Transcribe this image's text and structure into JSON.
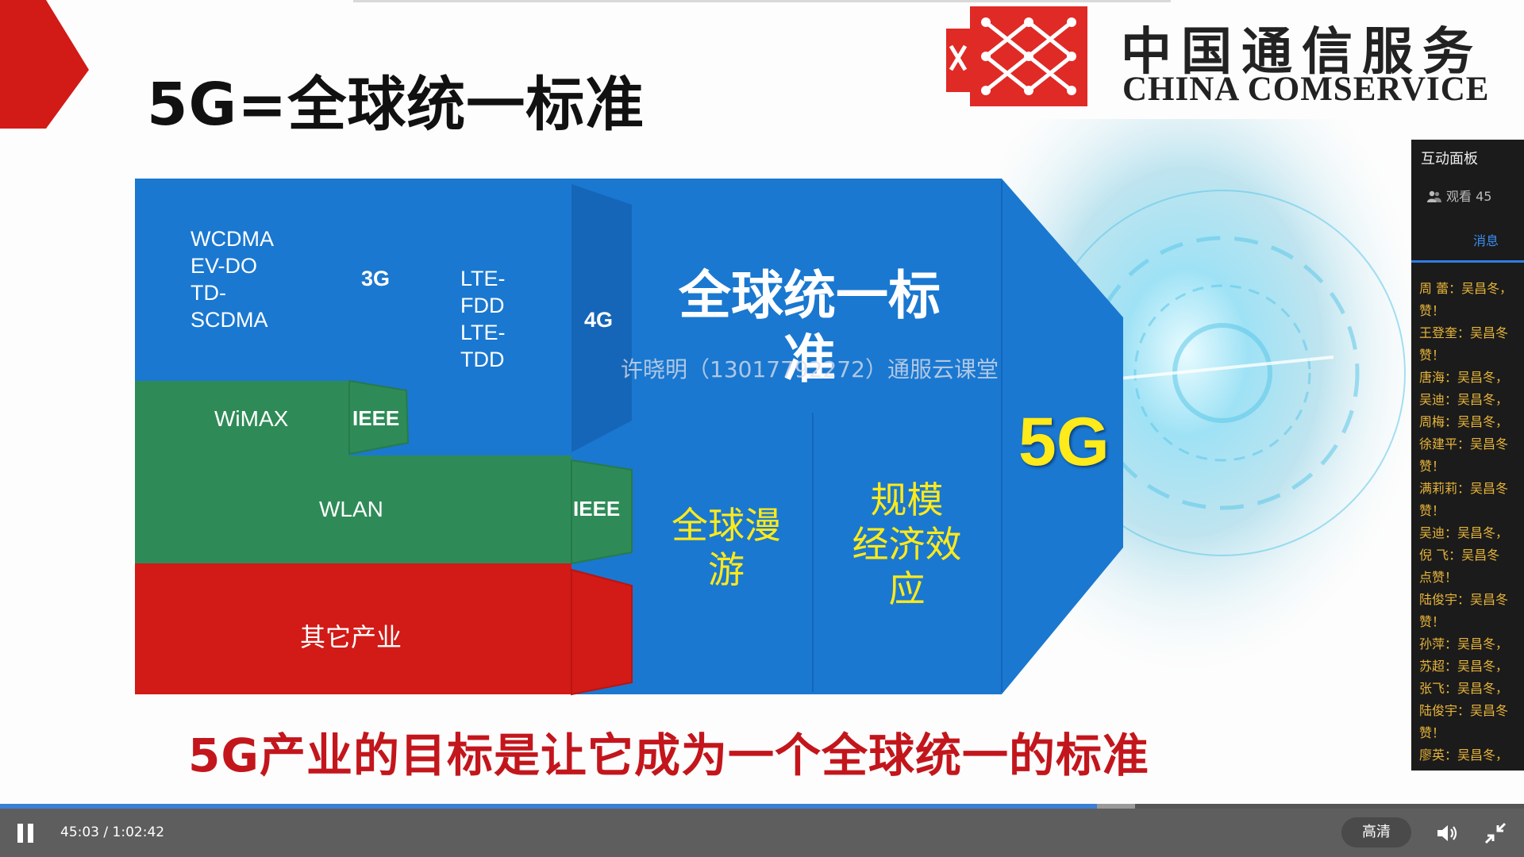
{
  "slide": {
    "title": "5G=全球统一标准",
    "logo": {
      "cn": "中国通信服务",
      "en": "CHINA COMSERVICE"
    },
    "watermark": "许晓明（13017792272）通服云课堂",
    "diagram": {
      "cellular_3g_techs": [
        "WCDMA",
        "EV-DO",
        "TD-",
        "SCDMA"
      ],
      "tag_3g": "3G",
      "lte_techs": [
        "LTE-",
        "FDD",
        "LTE-",
        "TDD"
      ],
      "tag_4g": "4G",
      "wimax": "WiMAX",
      "ieee_1": "IEEE",
      "wlan": "WLAN",
      "ieee_2": "IEEE",
      "other_industry": "其它产业",
      "unified_line1": "全球统一标",
      "unified_line2": "准",
      "roaming_line1": "全球漫",
      "roaming_line2": "游",
      "scale_line1": "规模",
      "scale_line2": "经济效",
      "scale_line3": "应",
      "target": "5G"
    },
    "caption": "5G产业的目标是让它成为一个全球统一的标准",
    "colors": {
      "blue": "#1a78d0",
      "green": "#2e8b57",
      "red": "#d21a17",
      "yellow": "#ffea1a",
      "caption": "#c3161c"
    }
  },
  "panel": {
    "title": "互动面板",
    "viewers": "观看 45",
    "messages_tab": "消息",
    "messages": [
      "周 蕾：吴昌冬，",
      "赞！",
      "王登奎：吴昌冬",
      "赞！",
      "唐海：吴昌冬，",
      "吴迪：吴昌冬，",
      "周梅：吴昌冬，",
      "徐建平：吴昌冬",
      "赞！",
      "满莉莉：吴昌冬",
      "赞！",
      "吴迪：吴昌冬，",
      "倪 飞：吴昌冬",
      "点赞！",
      "陆俊宇：吴昌冬",
      "赞！",
      "孙萍：吴昌冬，",
      "苏超：吴昌冬，",
      "张飞：吴昌冬，",
      "陆俊宇：吴昌冬",
      "赞！",
      "廖英：吴昌冬，"
    ]
  },
  "player": {
    "current_time": "45:03",
    "separator": " / ",
    "duration": "1:02:42",
    "progress": 0.72,
    "buffered": 0.745,
    "quality": "高清",
    "icons": {
      "play": "pause-icon",
      "volume": "volume-icon",
      "fullscreen": "exit-fullscreen-icon"
    }
  }
}
